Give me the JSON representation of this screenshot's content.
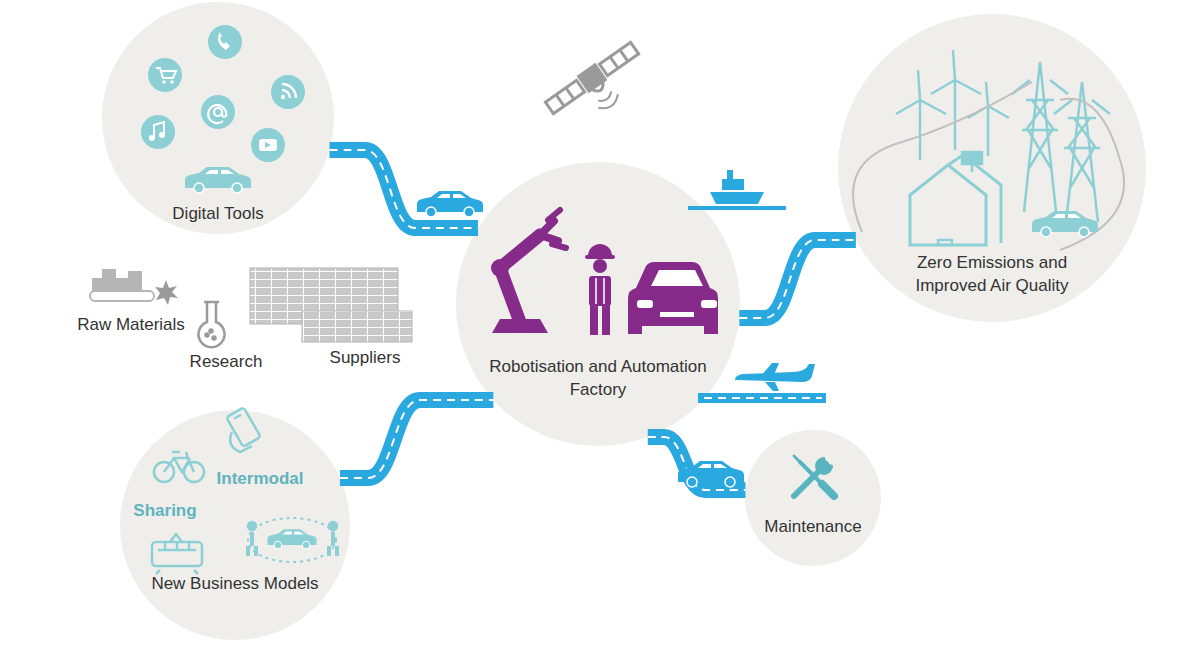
{
  "diagram": {
    "nodes": [
      {
        "text": [
          "Digital Tools"
        ]
      },
      {
        "text": [
          "Zero Emissions and Improved Air Quality"
        ]
      },
      {
        "text": [
          "Robotisation and Automation Factory"
        ]
      },
      {
        "text": [
          "Maintenance"
        ]
      },
      {
        "text": [
          "New Business Models"
        ]
      }
    ],
    "edges": [
      {
        "from": 0,
        "to": 2,
        "arrow": "none"
      },
      {
        "from": 2,
        "to": 1,
        "arrow": "none"
      },
      {
        "from": 4,
        "to": 2,
        "arrow": "none"
      },
      {
        "from": 2,
        "to": 3,
        "arrow": "none"
      }
    ],
    "labels": [
      "Raw Materials",
      "Research",
      "Suppliers",
      "Intermodal",
      "Sharing"
    ]
  }
}
